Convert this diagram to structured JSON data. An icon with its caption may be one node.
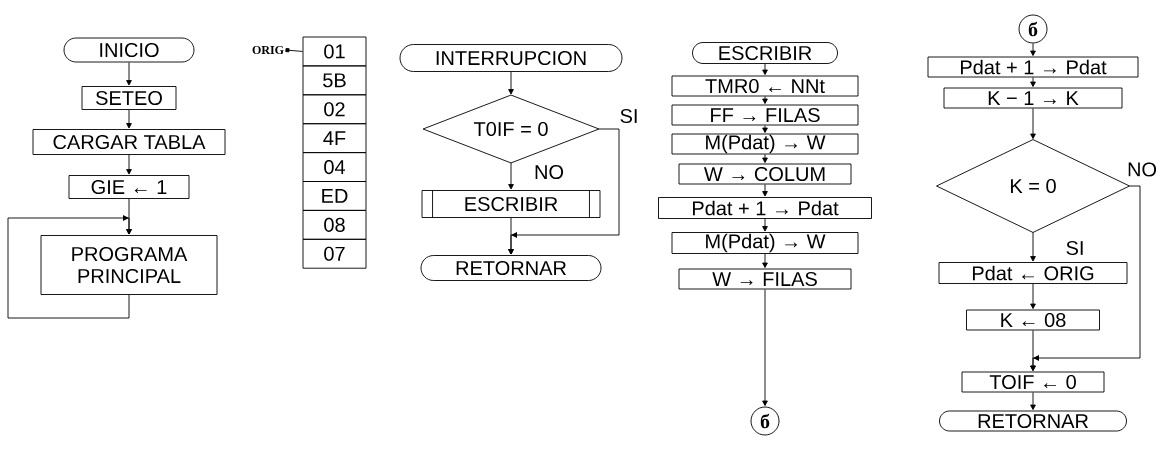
{
  "diagram": {
    "nodes": [
      {
        "text": [
          "INICIO"
        ]
      },
      {
        "text": [
          "SETEO"
        ]
      },
      {
        "text": [
          "CARGAR TABLA"
        ]
      },
      {
        "text": [
          "GIE ← 1"
        ]
      },
      {
        "text": [
          "PROGRAMA PRINCIPAL"
        ]
      },
      {
        "text": [
          "ORIG"
        ]
      },
      {
        "text": [
          "01"
        ]
      },
      {
        "text": [
          "5B"
        ]
      },
      {
        "text": [
          "02"
        ]
      },
      {
        "text": [
          "4F"
        ]
      },
      {
        "text": [
          "04"
        ]
      },
      {
        "text": [
          "ED"
        ]
      },
      {
        "text": [
          "08"
        ]
      },
      {
        "text": [
          "07"
        ]
      },
      {
        "text": [
          "INTERRUPCION"
        ]
      },
      {
        "text": [
          "T0IF = 0"
        ]
      },
      {
        "text": [
          "ESCRIBIR"
        ]
      },
      {
        "text": [
          "RETORNAR"
        ]
      },
      {
        "text": [
          "ESCRIBIR"
        ]
      },
      {
        "text": [
          "TMR0 ← NNt"
        ]
      },
      {
        "text": [
          "FF → FILAS"
        ]
      },
      {
        "text": [
          "M(Pdat) → W"
        ]
      },
      {
        "text": [
          "W → COLUM"
        ]
      },
      {
        "text": [
          "Pdat + 1 → Pdat"
        ]
      },
      {
        "text": [
          "M(Pdat) → W"
        ]
      },
      {
        "text": [
          "W → FILAS"
        ]
      },
      {
        "text": [
          "б"
        ]
      },
      {
        "text": [
          "б"
        ]
      },
      {
        "text": [
          "Pdat + 1 → Pdat"
        ]
      },
      {
        "text": [
          "K − 1 → K"
        ]
      },
      {
        "text": [
          "K = 0"
        ]
      },
      {
        "text": [
          "Pdat ← ORIG"
        ]
      },
      {
        "text": [
          "K ← 08"
        ]
      },
      {
        "text": [
          "TOIF ← 0"
        ]
      },
      {
        "text": [
          "RETORNAR"
        ]
      }
    ],
    "edges": [
      {
        "from": 0,
        "to": 1,
        "arrow": "to"
      },
      {
        "from": 1,
        "to": 2,
        "arrow": "to"
      },
      {
        "from": 2,
        "to": 3,
        "arrow": "to"
      },
      {
        "from": 3,
        "to": 4,
        "arrow": "to"
      },
      {
        "from": 4,
        "to": 4,
        "arrow": "to"
      },
      {
        "from": 5,
        "to": 6,
        "arrow": "other"
      },
      {
        "from": 14,
        "to": 15,
        "arrow": "to"
      },
      {
        "from": 15,
        "to": 16,
        "arrow": "to",
        "label": "NO"
      },
      {
        "from": 15,
        "to": 17,
        "arrow": "to",
        "label": "SI"
      },
      {
        "from": 16,
        "to": 17,
        "arrow": "to"
      },
      {
        "from": 18,
        "to": 19,
        "arrow": "to"
      },
      {
        "from": 19,
        "to": 20,
        "arrow": "to"
      },
      {
        "from": 20,
        "to": 21,
        "arrow": "to"
      },
      {
        "from": 21,
        "to": 22,
        "arrow": "to"
      },
      {
        "from": 22,
        "to": 23,
        "arrow": "to"
      },
      {
        "from": 23,
        "to": 24,
        "arrow": "to"
      },
      {
        "from": 24,
        "to": 25,
        "arrow": "to"
      },
      {
        "from": 25,
        "to": 26,
        "arrow": "to"
      },
      {
        "from": 27,
        "to": 28,
        "arrow": "to"
      },
      {
        "from": 28,
        "to": 29,
        "arrow": "to"
      },
      {
        "from": 29,
        "to": 30,
        "arrow": "to"
      },
      {
        "from": 30,
        "to": 31,
        "arrow": "to",
        "label": "SI"
      },
      {
        "from": 31,
        "to": 32,
        "arrow": "to"
      },
      {
        "from": 30,
        "to": 33,
        "arrow": "to",
        "label": "NO"
      },
      {
        "from": 32,
        "to": 33,
        "arrow": "to"
      },
      {
        "from": 33,
        "to": 34,
        "arrow": "to"
      }
    ]
  }
}
